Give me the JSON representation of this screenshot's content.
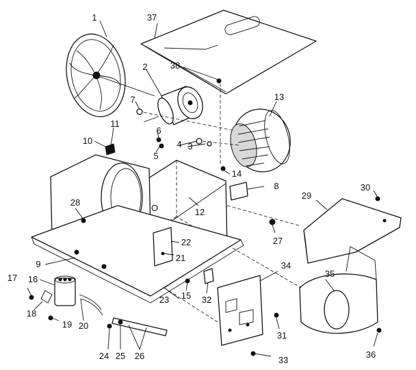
{
  "colors": {
    "ink": "#111111",
    "paper": "#ffffff"
  },
  "callouts": [
    {
      "num": "1",
      "part": "blower-wheel-housing-plate"
    },
    {
      "num": "2",
      "part": "motor"
    },
    {
      "num": "3",
      "part": "nut"
    },
    {
      "num": "4",
      "part": "washer"
    },
    {
      "num": "5",
      "part": "screw"
    },
    {
      "num": "6",
      "part": "screw"
    },
    {
      "num": "7",
      "part": "nut"
    },
    {
      "num": "8",
      "part": "bracket"
    },
    {
      "num": "9",
      "part": "base-pan"
    },
    {
      "num": "10",
      "part": "clip"
    },
    {
      "num": "11",
      "part": "screw"
    },
    {
      "num": "12",
      "part": "heater-element"
    },
    {
      "num": "13",
      "part": "blower-wheel"
    },
    {
      "num": "14",
      "part": "screw"
    },
    {
      "num": "15",
      "part": "screw"
    },
    {
      "num": "16",
      "part": "capacitor"
    },
    {
      "num": "17",
      "part": "screw"
    },
    {
      "num": "18",
      "part": "capacitor-strap"
    },
    {
      "num": "19",
      "part": "screw"
    },
    {
      "num": "20",
      "part": "wire-harness"
    },
    {
      "num": "21",
      "part": "label"
    },
    {
      "num": "22",
      "part": "panel"
    },
    {
      "num": "23",
      "part": "cabinet"
    },
    {
      "num": "24",
      "part": "screw"
    },
    {
      "num": "25",
      "part": "clip"
    },
    {
      "num": "26",
      "part": "rail"
    },
    {
      "num": "27",
      "part": "screw"
    },
    {
      "num": "28",
      "part": "screw"
    },
    {
      "num": "29",
      "part": "duct-panel"
    },
    {
      "num": "30",
      "part": "screw"
    },
    {
      "num": "31",
      "part": "screw"
    },
    {
      "num": "32",
      "part": "relay"
    },
    {
      "num": "33",
      "part": "screw"
    },
    {
      "num": "34",
      "part": "control-board"
    },
    {
      "num": "35",
      "part": "blower-housing"
    },
    {
      "num": "36",
      "part": "screw"
    },
    {
      "num": "37",
      "part": "top-cover"
    },
    {
      "num": "38",
      "part": "screw"
    }
  ],
  "labels": {
    "zero_mark": "O"
  }
}
